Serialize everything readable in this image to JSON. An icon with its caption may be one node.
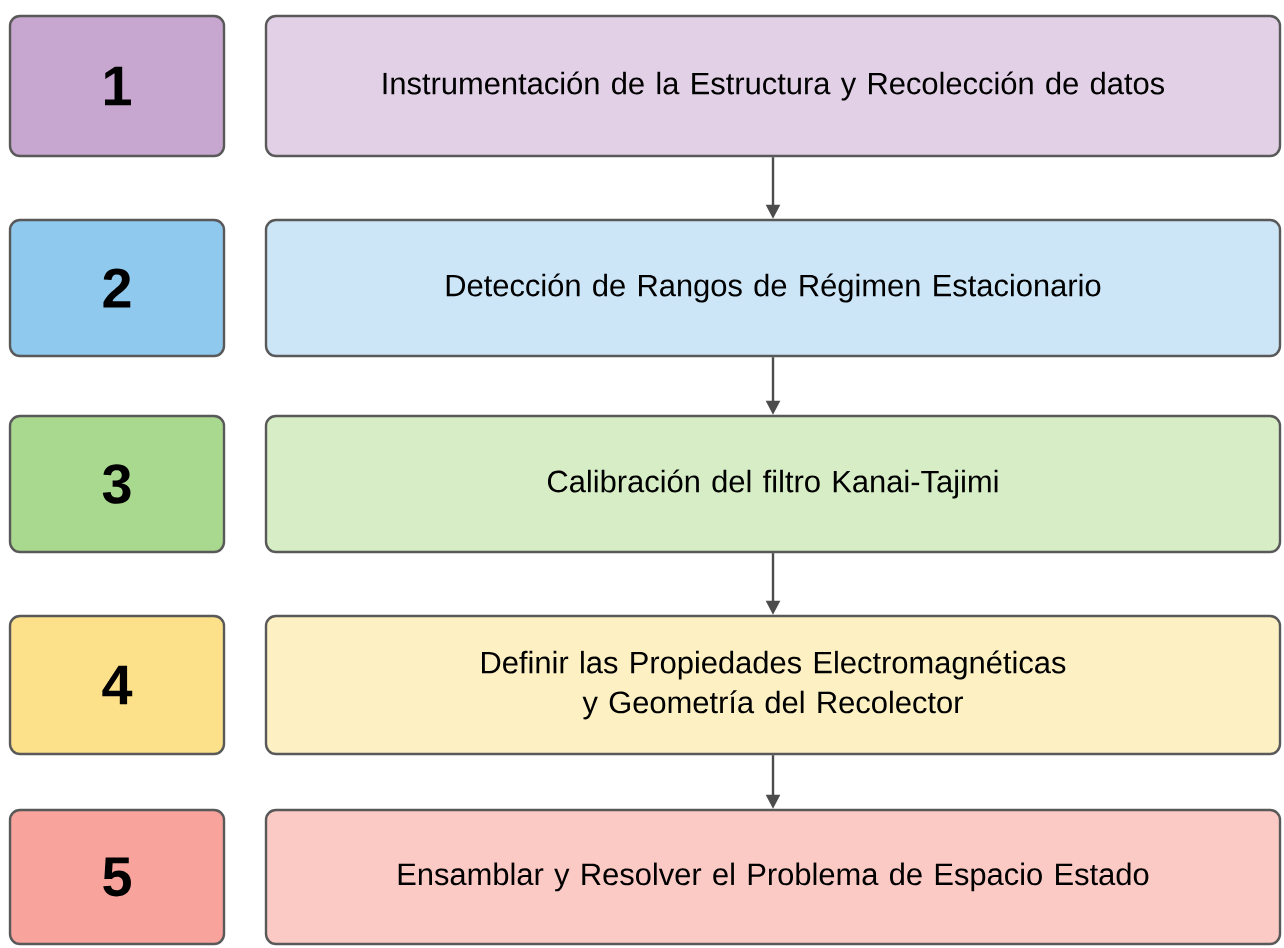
{
  "diagram": {
    "nodes": [
      {
        "text": [
          "1"
        ]
      },
      {
        "text": [
          "Instrumentación de la Estructura y Recolección de datos"
        ]
      },
      {
        "text": [
          "2"
        ]
      },
      {
        "text": [
          "Detección de Rangos de Régimen Estacionario"
        ]
      },
      {
        "text": [
          "3"
        ]
      },
      {
        "text": [
          "Calibración del filtro Kanai-Tajimi"
        ]
      },
      {
        "text": [
          "4"
        ]
      },
      {
        "text": [
          "Definir las Propiedades Electromagnéticas y Geometría del Recolector"
        ]
      },
      {
        "text": [
          "5"
        ]
      },
      {
        "text": [
          "Ensamblar y Resolver el Problema de Espacio Estado"
        ]
      }
    ],
    "edges": [
      {
        "from": 1,
        "to": 3,
        "arrow": "to"
      },
      {
        "from": 3,
        "to": 5,
        "arrow": "to"
      },
      {
        "from": 5,
        "to": 7,
        "arrow": "to"
      },
      {
        "from": 7,
        "to": 9,
        "arrow": "to"
      }
    ]
  }
}
